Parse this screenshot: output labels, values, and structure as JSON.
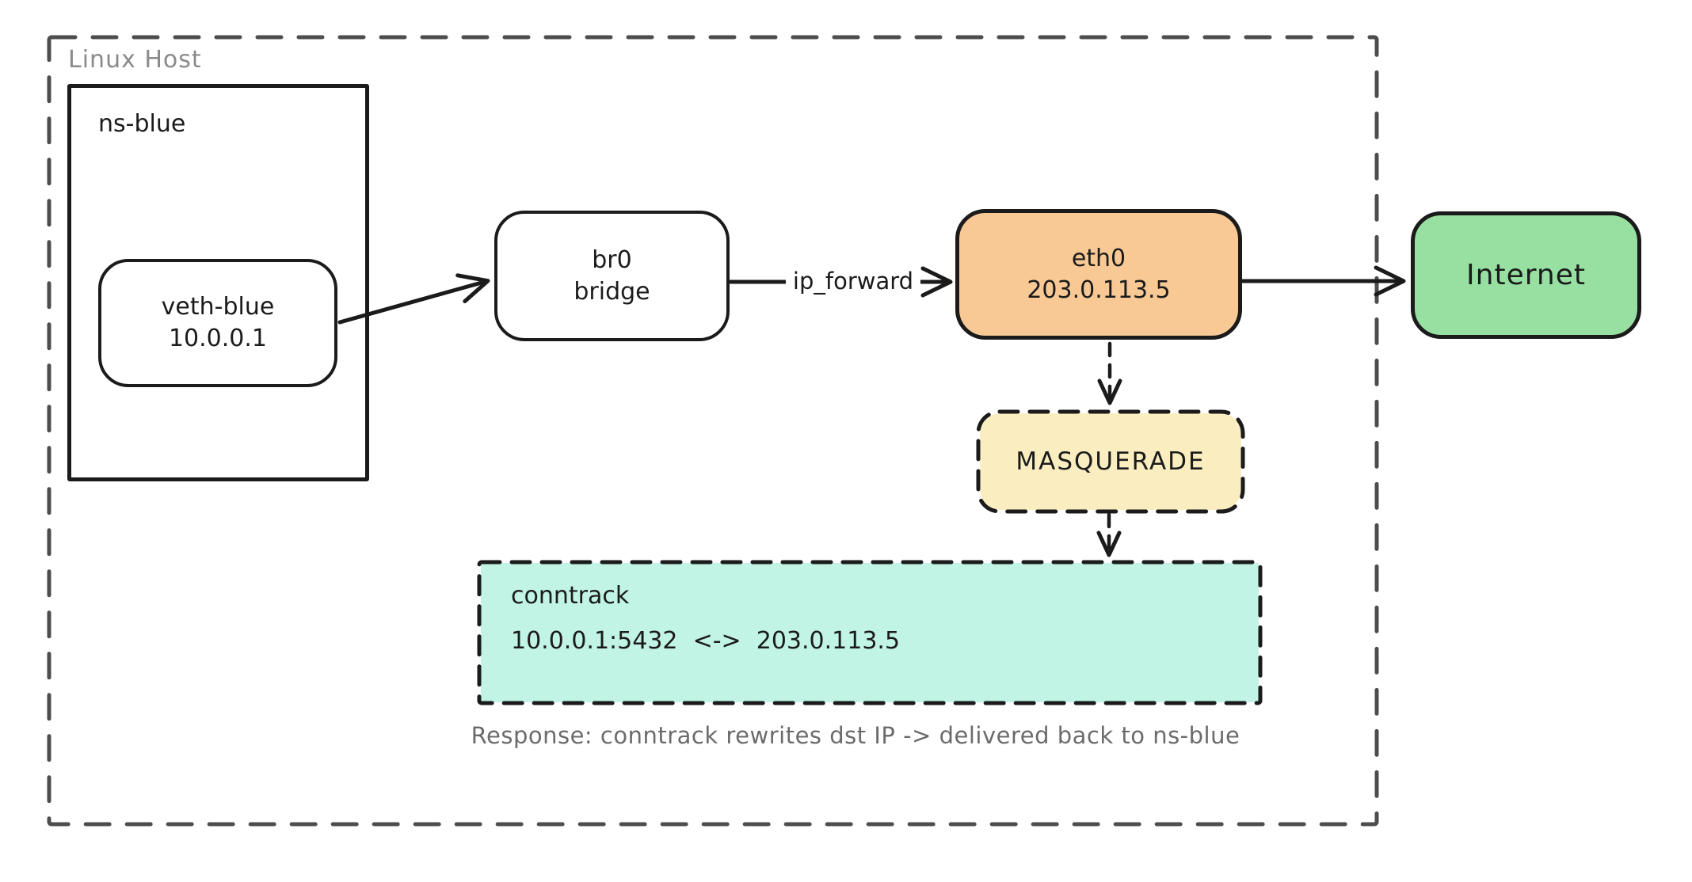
{
  "diagram": {
    "host_label": "Linux Host",
    "namespace_label": "ns-blue",
    "veth": {
      "name": "veth-blue",
      "ip": "10.0.0.1"
    },
    "bridge": {
      "name": "br0",
      "role": "bridge"
    },
    "eth0": {
      "name": "eth0",
      "ip": "203.0.113.5"
    },
    "internet_label": "Internet",
    "edge_label": "ip_forward",
    "masquerade_label": "MASQUERADE",
    "conntrack": {
      "title": "conntrack",
      "entry": "10.0.0.1:5432  <->  203.0.113.5"
    },
    "caption": "Response: conntrack rewrites dst IP -> delivered back to ns-blue",
    "colors": {
      "stroke": "#1b1b1b",
      "host_border": "#4d4d4d",
      "host_label_color": "#8a8a8a",
      "caption_color": "#6b6b6b",
      "eth0_fill": "#F8C995",
      "internet_fill": "#97E0A1",
      "masquerade_fill": "#FAEEC0",
      "conntrack_fill": "#C1F4E4"
    }
  }
}
